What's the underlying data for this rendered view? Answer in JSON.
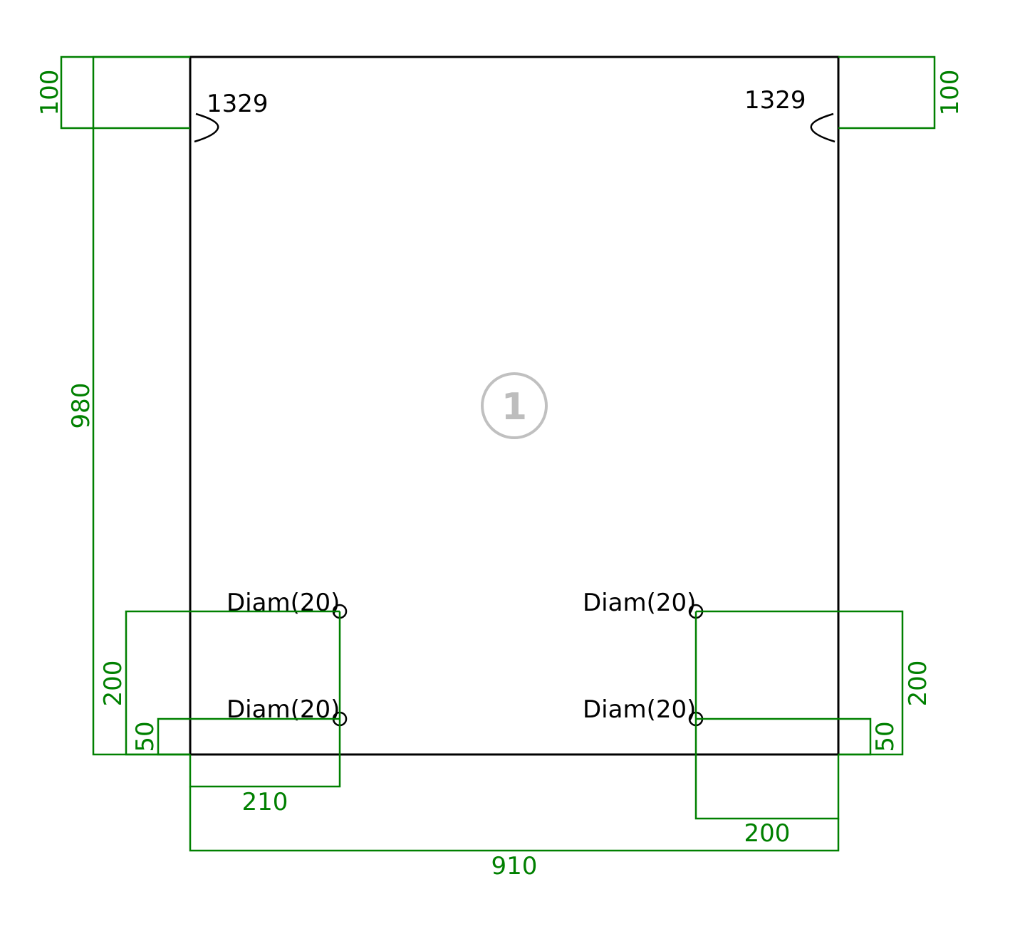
{
  "colors": {
    "dimension": "#008000",
    "outline": "#000000",
    "badge": "#c0c0c0"
  },
  "part": {
    "number": "1",
    "width": "910",
    "height": "980"
  },
  "notches": {
    "left": "1329",
    "right": "1329"
  },
  "holes": {
    "left_upper": "Diam(20)",
    "left_lower": "Diam(20)",
    "right_upper": "Diam(20)",
    "right_lower": "Diam(20)"
  },
  "dimensions": {
    "notch_left": "100",
    "notch_right": "100",
    "height": "980",
    "hole_left_upper_y": "200",
    "hole_left_lower_y": "50",
    "hole_left_x": "210",
    "hole_right_upper_y": "200",
    "hole_right_lower_y": "50",
    "hole_right_x": "200",
    "width": "910"
  }
}
